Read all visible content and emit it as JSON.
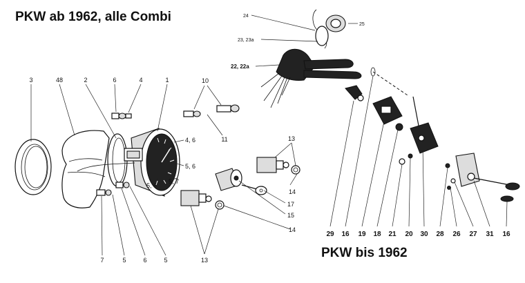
{
  "headings": {
    "top": "PKW ab 1962, alle Combi",
    "bottom": "PKW bis 1962"
  },
  "callouts": {
    "c3": "3",
    "c48": "48",
    "c2": "2",
    "c6a": "6",
    "c4": "4",
    "c1": "1",
    "c10": "10",
    "c11": "11",
    "c46": "4, 6",
    "c56a": "5, 6",
    "c56b": "5, 6",
    "c57": "5, 7",
    "c13a": "13",
    "c14a": "14",
    "c17": "17",
    "c15": "15",
    "c14b": "14",
    "c13b": "13",
    "c7": "7",
    "c5a": "5",
    "c6b": "6",
    "c5b": "5",
    "c24": "24",
    "c25": "25",
    "c2323a": "23, 23a",
    "c2222a": "22, 22a",
    "c29": "29",
    "c16a": "16",
    "c19": "19",
    "c18": "18",
    "c21": "21",
    "c20": "20",
    "c30": "30",
    "c28": "28",
    "c26": "26",
    "c27": "27",
    "c31": "31",
    "c16b": "16"
  }
}
